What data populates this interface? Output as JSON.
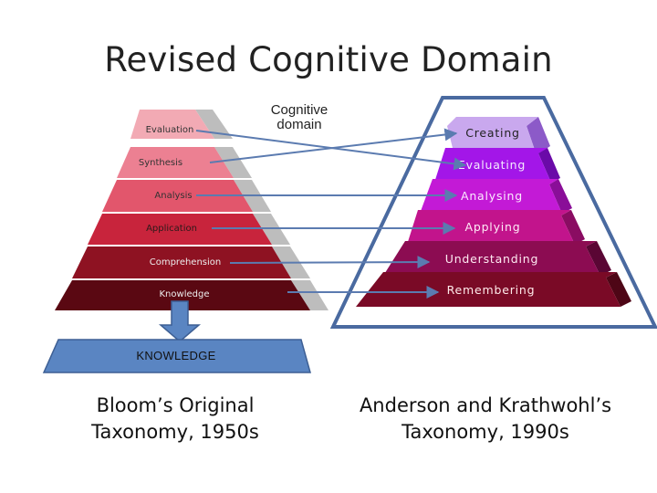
{
  "title": "Revised Cognitive Domain",
  "cognitive_label": "Cognitive domain",
  "knowledge_box": "KNOWLEDGE",
  "left_pyramid": {
    "levels": [
      {
        "label": "Evaluation",
        "color": "#f2aab4"
      },
      {
        "label": "Synthesis",
        "color": "#ec8092"
      },
      {
        "label": "Analysis",
        "color": "#e2566c"
      },
      {
        "label": "Application",
        "color": "#c8243c"
      },
      {
        "label": "Comprehension",
        "color": "#8e1222"
      },
      {
        "label": "Knowledge",
        "color": "#5a0812"
      }
    ],
    "caption_line1": "Bloom’s Original",
    "caption_line2": "Taxonomy, 1950s"
  },
  "right_pyramid": {
    "levels": [
      {
        "label": "Creating",
        "color": "#c9a8ee"
      },
      {
        "label": "Evaluating",
        "color": "#a316e8"
      },
      {
        "label": "Analysing",
        "color": "#c31ad6"
      },
      {
        "label": "Applying",
        "color": "#c2148c"
      },
      {
        "label": "Understanding",
        "color": "#8c0c52"
      },
      {
        "label": "Remembering",
        "color": "#7a0a26"
      }
    ],
    "caption_line1": "Anderson and Krathwohl’s",
    "caption_line2": "Taxonomy, 1990s"
  },
  "colors": {
    "arrow": "#5b7bb0",
    "outline": "#4a6aa0",
    "knowledge_fill": "#5a85c2",
    "side_face": "#b9b9b9"
  }
}
